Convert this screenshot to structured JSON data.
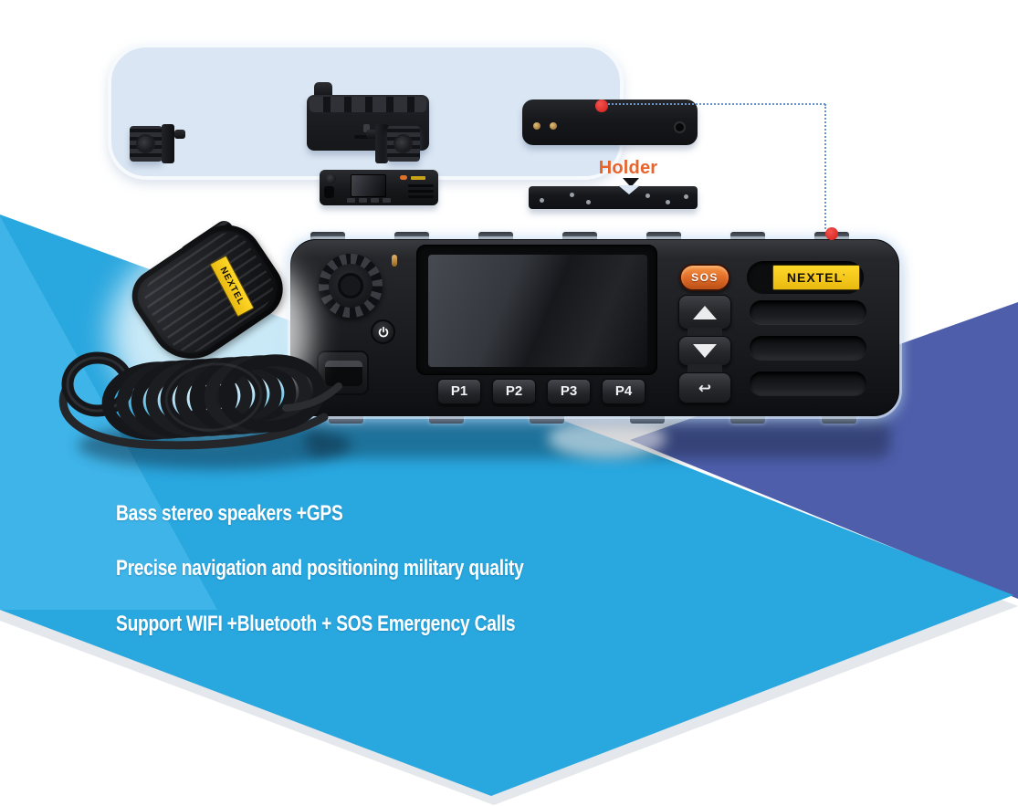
{
  "panel": {
    "holder_label": "Holder"
  },
  "radio": {
    "brand_label": "NEXTEL",
    "brand_tm": "’",
    "sos_label": "SOS",
    "p_buttons": [
      "P1",
      "P2",
      "P3",
      "P4"
    ],
    "back_glyph": "↩"
  },
  "mic": {
    "brand_label": "NEXTEL"
  },
  "headlines": [
    "Bass stereo speakers +GPS",
    "Precise navigation and positioning military quality",
    "Support WIFI +Bluetooth + SOS Emergency Calls"
  ],
  "colors": {
    "sky_blue": "#29a7df",
    "light_blue": "#3eb4e8",
    "indigo": "#4e5eab",
    "panel_fill": "#dae6f3",
    "brand_yellow": "#f2c51d",
    "sos_orange": "#e4702a",
    "holder_orange": "#e7642d",
    "callout_red": "#df2420",
    "dash_blue": "#6a95c8"
  }
}
